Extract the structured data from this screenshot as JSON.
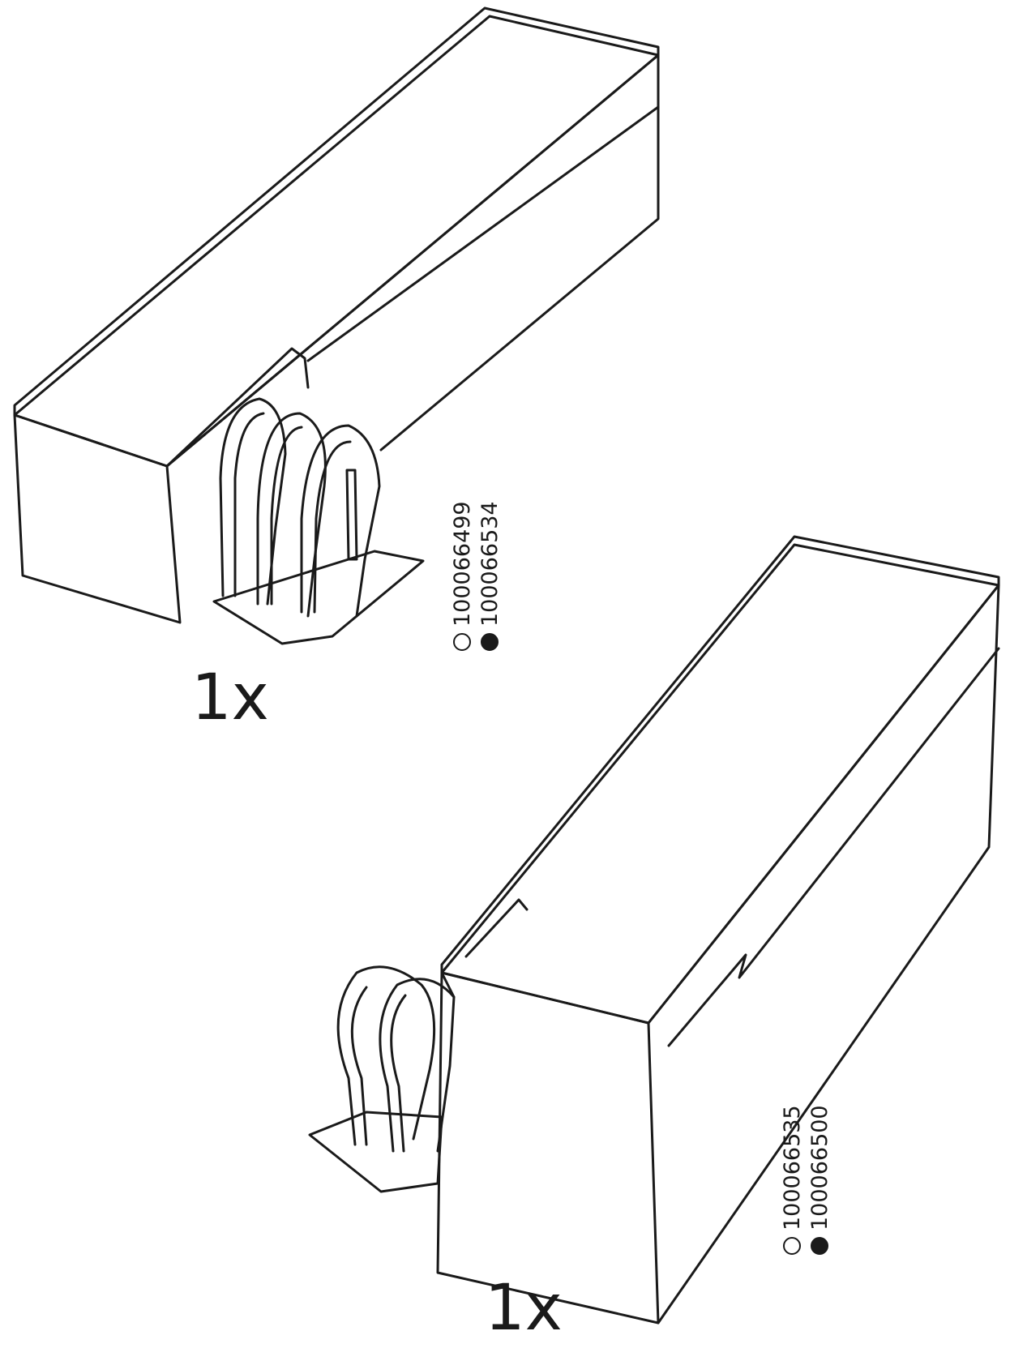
{
  "parts": [
    {
      "quantity": "1x",
      "codes": [
        {
          "swatch": "white",
          "number": "100066499"
        },
        {
          "swatch": "black",
          "number": "100066534"
        }
      ]
    },
    {
      "quantity": "1x",
      "codes": [
        {
          "swatch": "white",
          "number": "100066535"
        },
        {
          "swatch": "black",
          "number": "100066500"
        }
      ]
    }
  ],
  "colors": {
    "line": "#1a1a1a",
    "background": "#ffffff"
  }
}
